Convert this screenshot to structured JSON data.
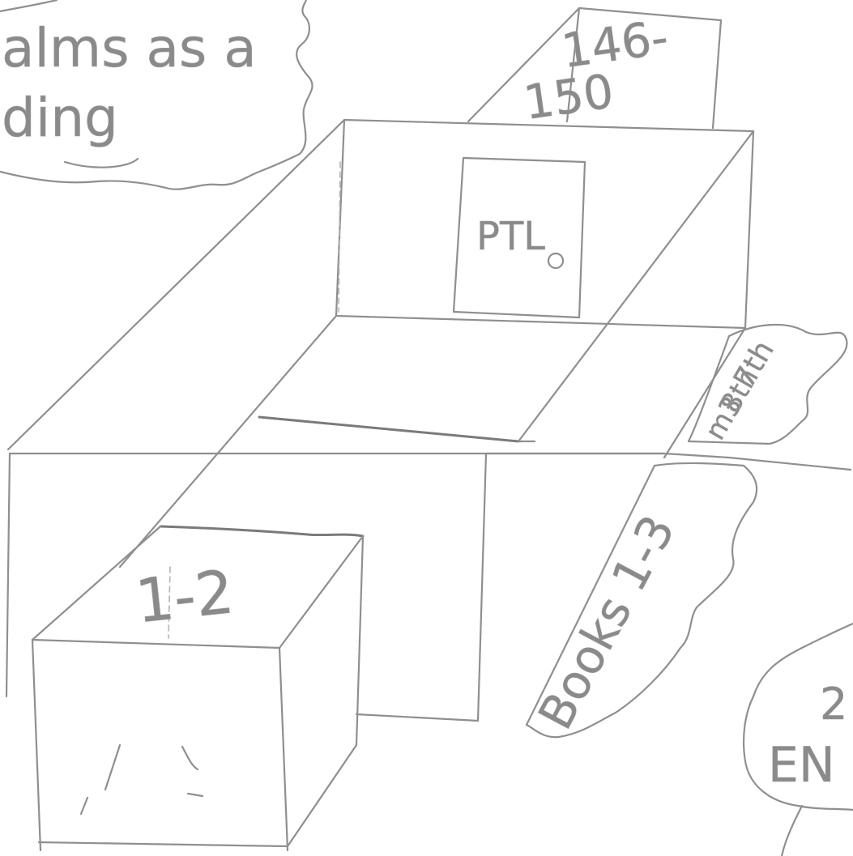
{
  "labels": {
    "cloud_top_line1": "alms as a",
    "cloud_top_line2": "ding",
    "chapter_range_top": "146-",
    "chapter_range_bottom": "150",
    "center_door": "PTL",
    "books_label": "Books 1-3",
    "side_note_line1": "7th",
    "side_note_line2": "8th",
    "side_note_line3": "m3",
    "front_block_label": "1-2",
    "right_cloud_line1": "2",
    "right_cloud_line2": "EN"
  },
  "colors": {
    "pencil": "#8f8f8f",
    "paper": "#ffffff"
  }
}
